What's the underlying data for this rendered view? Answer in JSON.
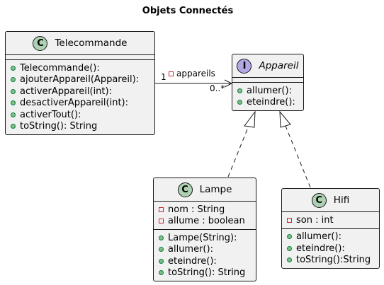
{
  "diagram": {
    "title": "Objets Connectés",
    "classes": {
      "telecommande": {
        "kind": "C",
        "name": "Telecommande",
        "methods": [
          "Telecommande():",
          "ajouterAppareil(Appareil):",
          "activerAppareil(int):",
          "desactiverAppareil(int):",
          "activerTout():",
          "toString(): String"
        ]
      },
      "appareil": {
        "kind": "I",
        "name": "Appareil",
        "methods": [
          "allumer():",
          "eteindre():"
        ]
      },
      "lampe": {
        "kind": "C",
        "name": "Lampe",
        "fields": [
          "nom : String",
          "allume : boolean"
        ],
        "methods": [
          "Lampe(String):",
          "allumer():",
          "eteindre():",
          "toString(): String"
        ]
      },
      "hifi": {
        "kind": "C",
        "name": "Hifi",
        "fields": [
          "son : int"
        ],
        "methods": [
          "allumer():",
          "eteindre():",
          "toString():String"
        ]
      }
    },
    "association": {
      "label": "appareils",
      "source_multiplicity": "1",
      "target_multiplicity": "0..*"
    }
  }
}
